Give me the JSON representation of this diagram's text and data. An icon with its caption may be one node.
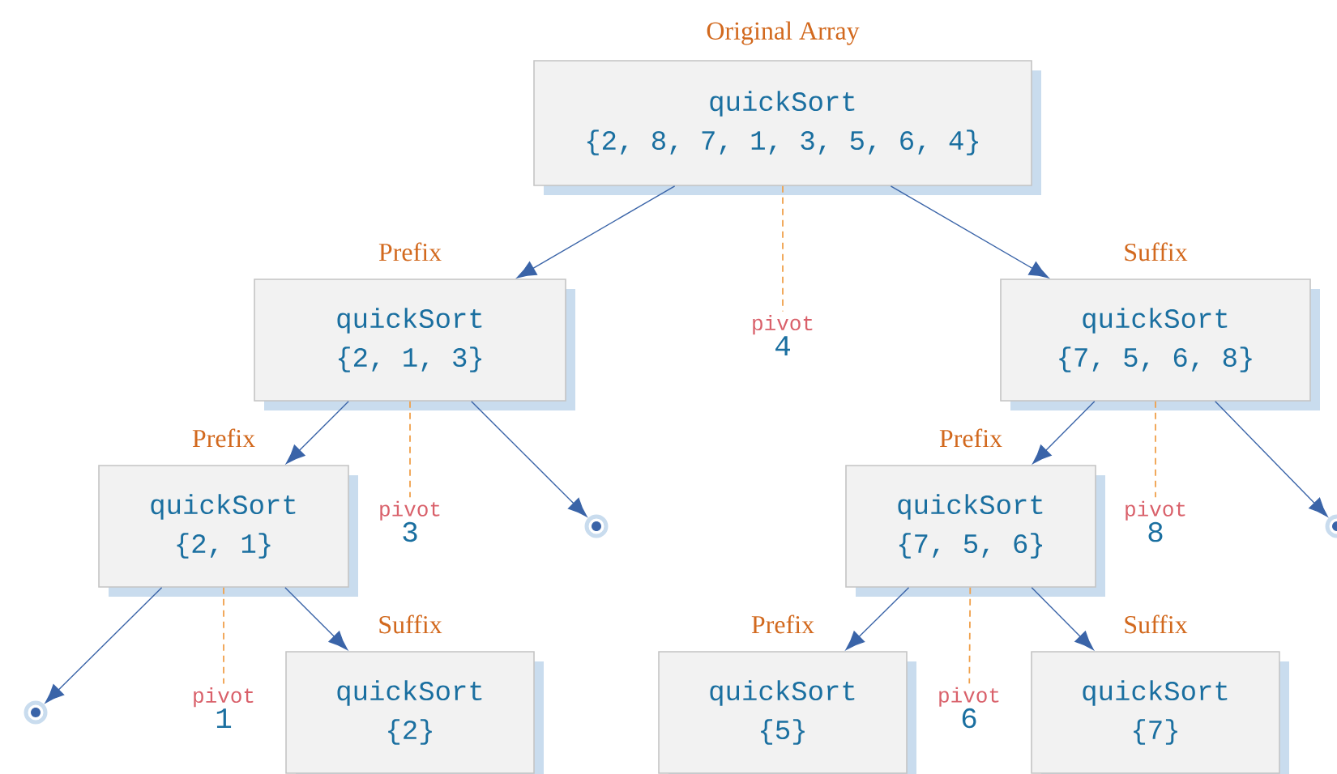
{
  "diagram": {
    "nodes": [
      {
        "text": [
          "Original Array",
          "quickSort",
          "{2, 8, 7, 1, 3, 5, 6, 4}"
        ]
      },
      {
        "text": [
          "Prefix",
          "quickSort",
          "{2, 1, 3}"
        ]
      },
      {
        "text": [
          "pivot",
          "4"
        ]
      },
      {
        "text": [
          "Suffix",
          "quickSort",
          "{7, 5, 6, 8}"
        ]
      },
      {
        "text": [
          "Prefix",
          "quickSort",
          "{2, 1}"
        ]
      },
      {
        "text": [
          "pivot",
          "3"
        ]
      },
      {
        "text": [],
        "shape": "circle"
      },
      {
        "text": [
          "Prefix",
          "quickSort",
          "{7, 5, 6}"
        ]
      },
      {
        "text": [
          "pivot",
          "8"
        ]
      },
      {
        "text": [],
        "shape": "circle"
      },
      {
        "text": [],
        "shape": "circle"
      },
      {
        "text": [
          "pivot",
          "1"
        ]
      },
      {
        "text": [
          "Suffix",
          "quickSort",
          "{2}"
        ]
      },
      {
        "text": [
          "Prefix",
          "quickSort",
          "{5}"
        ]
      },
      {
        "text": [
          "pivot",
          "6"
        ]
      },
      {
        "text": [
          "Suffix",
          "quickSort",
          "{7}"
        ]
      }
    ],
    "edges": [
      {
        "from": 0,
        "to": 1,
        "arrow": "to"
      },
      {
        "from": 0,
        "to": 2,
        "arrow": "none",
        "style": "dashed",
        "color": "#f0a04b"
      },
      {
        "from": 0,
        "to": 3,
        "arrow": "to"
      },
      {
        "from": 1,
        "to": 4,
        "arrow": "to"
      },
      {
        "from": 1,
        "to": 5,
        "arrow": "none",
        "style": "dashed",
        "color": "#f0a04b"
      },
      {
        "from": 1,
        "to": 6,
        "arrow": "to"
      },
      {
        "from": 3,
        "to": 7,
        "arrow": "to"
      },
      {
        "from": 3,
        "to": 8,
        "arrow": "none",
        "style": "dashed",
        "color": "#f0a04b"
      },
      {
        "from": 3,
        "to": 9,
        "arrow": "to"
      },
      {
        "from": 4,
        "to": 10,
        "arrow": "to"
      },
      {
        "from": 4,
        "to": 11,
        "arrow": "none",
        "style": "dashed",
        "color": "#f0a04b"
      },
      {
        "from": 4,
        "to": 12,
        "arrow": "to"
      },
      {
        "from": 7,
        "to": 13,
        "arrow": "to"
      },
      {
        "from": 7,
        "to": 14,
        "arrow": "none",
        "style": "dashed",
        "color": "#f0a04b"
      },
      {
        "from": 7,
        "to": 15,
        "arrow": "to"
      }
    ]
  }
}
